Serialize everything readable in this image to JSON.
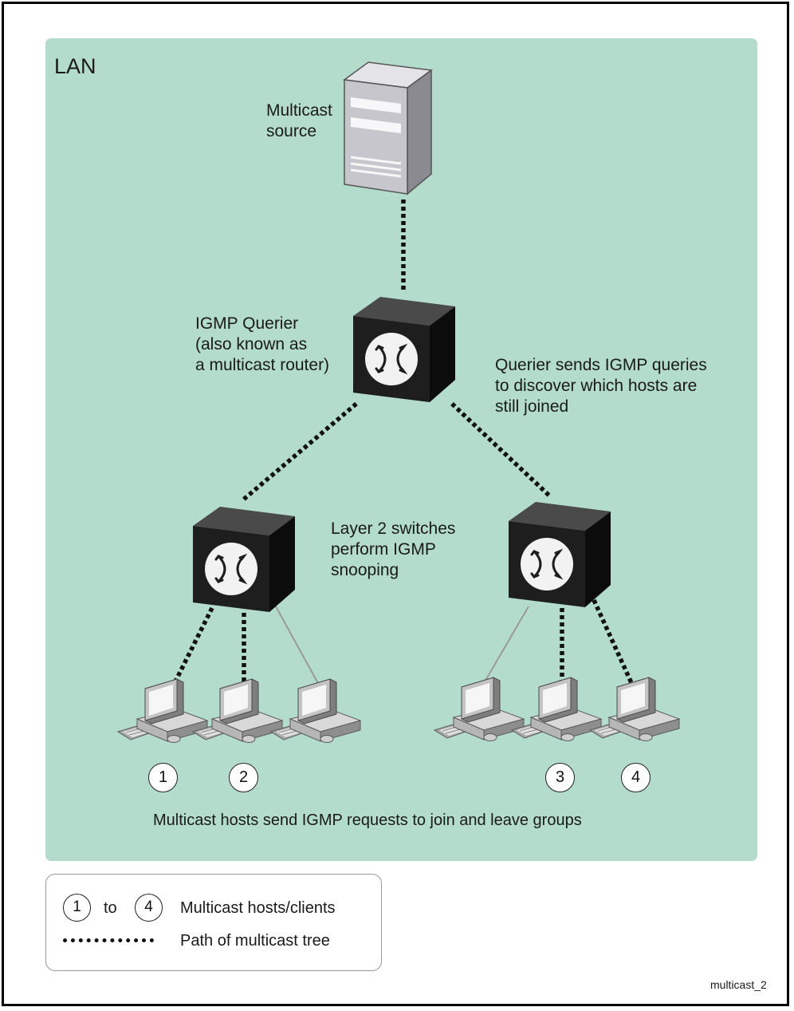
{
  "diagram": {
    "region_label": "LAN",
    "source_label": "Multicast\nsource",
    "querier_label": "IGMP Querier\n(also known as\na multicast router)",
    "querier_note": "Querier sends IGMP queries\nto discover which hosts are\nstill joined",
    "switch_note": "Layer 2 switches\nperform IGMP\nsnooping",
    "hosts_note": "Multicast hosts send IGMP requests to join and leave groups",
    "host_markers": [
      "1",
      "2",
      "3",
      "4"
    ]
  },
  "legend": {
    "range_from": "1",
    "range_word": "to",
    "range_to": "4",
    "hosts_label": "Multicast hosts/clients",
    "path_label": "Path of multicast tree"
  },
  "figure_ref": "multicast_2",
  "colors": {
    "lan_background": "#b3dccc",
    "switch_body": "#1c1c1c",
    "multicast_path": "#111111",
    "plain_link": "#9a9a9a"
  }
}
